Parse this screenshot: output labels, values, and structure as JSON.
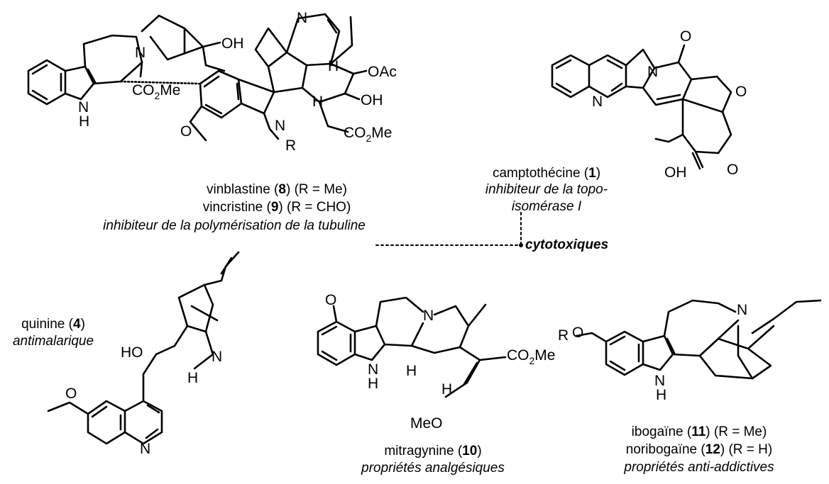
{
  "compounds": {
    "vinblastine_block": {
      "line1": {
        "name": "vinblastine",
        "number": "8",
        "r_group": "(R = Me)"
      },
      "line2": {
        "name": "vincristine",
        "number": "9",
        "r_group": "(R = CHO)"
      },
      "activity": "inhibiteur de la polymérisation de la tubuline"
    },
    "camptothecine": {
      "name": "camptothécine",
      "number": "1",
      "activity_line1": "inhibiteur de la topo-",
      "activity_line2": "isomérase I"
    },
    "quinine": {
      "name": "quinine",
      "number": "4",
      "activity": "antimalarique"
    },
    "mitragynine": {
      "name": "mitragynine",
      "number": "10",
      "activity": "propriétés analgésiques"
    },
    "ibogaine_block": {
      "line1": {
        "name": "ibogaïne",
        "number": "11",
        "r_group": "(R = Me)"
      },
      "line2": {
        "name": "noribogaïne",
        "number": "12",
        "r_group": "(R = H)"
      },
      "activity": "propriétés anti-addictives"
    }
  },
  "group_label": "cytotoxiques",
  "atom_labels": {
    "N": "N",
    "NH_N": "N",
    "NH_H": "H",
    "H": "H",
    "OH": "OH",
    "OAc": "OAc",
    "CO2Me_a": "CO",
    "CO2Me_b": "2",
    "CO2Me_c": "Me",
    "O": "O",
    "R": "R",
    "HO": "HO",
    "MeO": "MeO"
  }
}
